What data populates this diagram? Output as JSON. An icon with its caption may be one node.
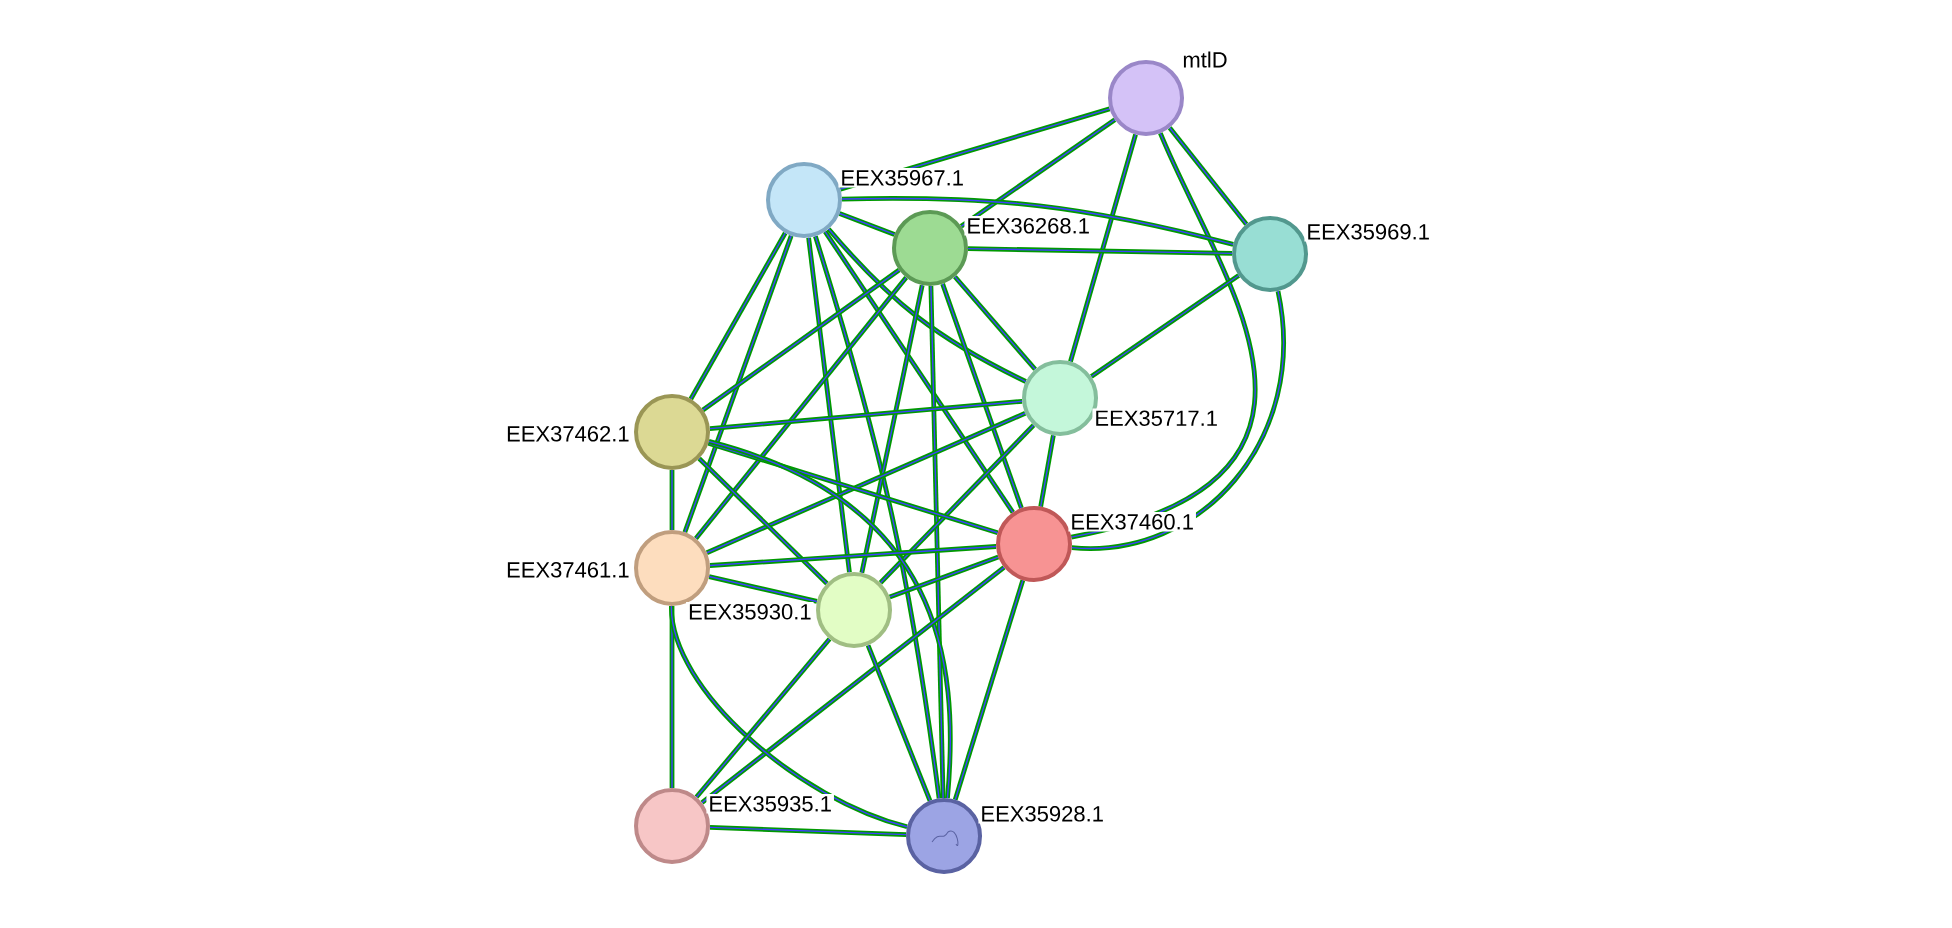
{
  "diagram": {
    "nodes": [
      {
        "text": [
          "mtlD"
        ]
      },
      {
        "text": [
          "EEX35967.1"
        ]
      },
      {
        "text": [
          "EEX36268.1"
        ]
      },
      {
        "text": [
          "EEX35969.1"
        ]
      },
      {
        "text": [
          "EEX35717.1"
        ]
      },
      {
        "text": [
          "EEX37462.1"
        ]
      },
      {
        "text": [
          "EEX37460.1"
        ]
      },
      {
        "text": [
          "EEX37461.1"
        ]
      },
      {
        "text": [
          "EEX35930.1"
        ]
      },
      {
        "text": [
          "EEX35935.1"
        ]
      },
      {
        "text": [
          "EEX35928.1"
        ]
      }
    ],
    "edges": [
      {
        "from": 0,
        "to": 1,
        "arrow": "none"
      },
      {
        "from": 0,
        "to": 2,
        "arrow": "none"
      },
      {
        "from": 0,
        "to": 3,
        "arrow": "none"
      },
      {
        "from": 0,
        "to": 4,
        "arrow": "none"
      },
      {
        "from": 0,
        "to": 6,
        "arrow": "none"
      },
      {
        "from": 1,
        "to": 2,
        "arrow": "none"
      },
      {
        "from": 1,
        "to": 3,
        "arrow": "none"
      },
      {
        "from": 1,
        "to": 4,
        "arrow": "none"
      },
      {
        "from": 1,
        "to": 5,
        "arrow": "none"
      },
      {
        "from": 1,
        "to": 6,
        "arrow": "none"
      },
      {
        "from": 1,
        "to": 7,
        "arrow": "none"
      },
      {
        "from": 1,
        "to": 8,
        "arrow": "none"
      },
      {
        "from": 1,
        "to": 10,
        "arrow": "none"
      },
      {
        "from": 2,
        "to": 3,
        "arrow": "none"
      },
      {
        "from": 2,
        "to": 4,
        "arrow": "none"
      },
      {
        "from": 2,
        "to": 5,
        "arrow": "none"
      },
      {
        "from": 2,
        "to": 6,
        "arrow": "none"
      },
      {
        "from": 2,
        "to": 7,
        "arrow": "none"
      },
      {
        "from": 2,
        "to": 8,
        "arrow": "none"
      },
      {
        "from": 2,
        "to": 10,
        "arrow": "none"
      },
      {
        "from": 3,
        "to": 4,
        "arrow": "none"
      },
      {
        "from": 3,
        "to": 6,
        "arrow": "none"
      },
      {
        "from": 4,
        "to": 5,
        "arrow": "none"
      },
      {
        "from": 4,
        "to": 6,
        "arrow": "none"
      },
      {
        "from": 4,
        "to": 7,
        "arrow": "none"
      },
      {
        "from": 4,
        "to": 8,
        "arrow": "none"
      },
      {
        "from": 5,
        "to": 6,
        "arrow": "none"
      },
      {
        "from": 5,
        "to": 7,
        "arrow": "none"
      },
      {
        "from": 5,
        "to": 8,
        "arrow": "none"
      },
      {
        "from": 5,
        "to": 10,
        "arrow": "none"
      },
      {
        "from": 6,
        "to": 7,
        "arrow": "none"
      },
      {
        "from": 6,
        "to": 8,
        "arrow": "none"
      },
      {
        "from": 6,
        "to": 9,
        "arrow": "none"
      },
      {
        "from": 6,
        "to": 10,
        "arrow": "none"
      },
      {
        "from": 7,
        "to": 8,
        "arrow": "none"
      },
      {
        "from": 7,
        "to": 9,
        "arrow": "none"
      },
      {
        "from": 7,
        "to": 10,
        "arrow": "none"
      },
      {
        "from": 8,
        "to": 9,
        "arrow": "none"
      },
      {
        "from": 8,
        "to": 10,
        "arrow": "none"
      },
      {
        "from": 9,
        "to": 10,
        "arrow": "none"
      }
    ]
  }
}
